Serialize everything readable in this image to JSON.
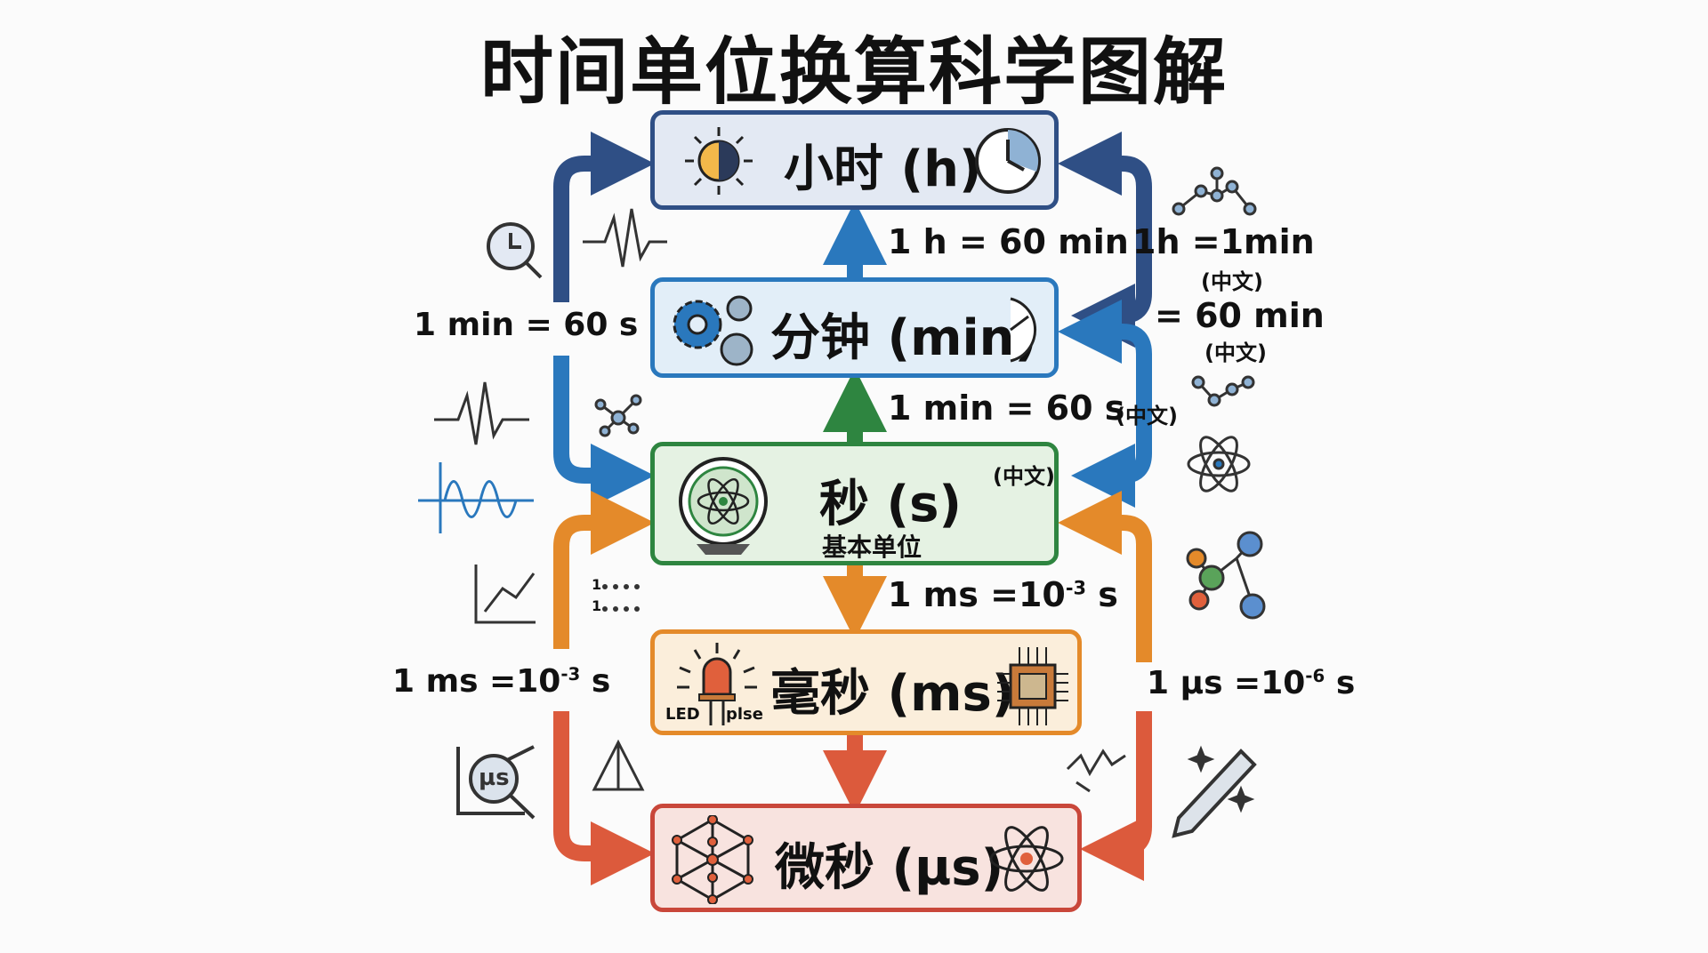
{
  "title": "时间单位换算科学图解",
  "units": {
    "hour": {
      "label": "小时 (h)",
      "color": "#2f4f85",
      "fill": "#e3e9f3"
    },
    "minute": {
      "label": "分钟 (min)",
      "color": "#2a78bd",
      "fill": "#e2eef8"
    },
    "second": {
      "label": "秒 (s)",
      "sub": "基本单位",
      "note": "(中文)",
      "color": "#2e8540",
      "fill": "#e5f2e3"
    },
    "millisecond": {
      "label": "毫秒 (ms)",
      "led": "LED",
      "pulse": "plse",
      "color": "#e48a2a",
      "fill": "#fbeedb"
    },
    "microsecond": {
      "label": "微秒 (µs)",
      "color": "#c9473a",
      "fill": "#f8e3df"
    }
  },
  "conversions": {
    "h_min_center": "1 h = 60 min",
    "h_min_right_a": "1h =1min",
    "note_a": "(中文)",
    "h_min_right_b": "= 60 min",
    "note_b": "(中文)",
    "min_s_left": "1 min = 60 s",
    "min_s_center": "1 min = 60 s",
    "note_c": "(中文)",
    "ms_center_base": "1 ms =10",
    "ms_center_exp": "-3",
    "ms_center_unit": " s",
    "ms_left_base": "1 ms =10",
    "ms_left_exp": "-3",
    "ms_left_unit": " s",
    "us_right_base": "1 µs =10",
    "us_right_exp": "-6",
    "us_right_unit": " s"
  },
  "decor": {
    "magnifier_label": "µs",
    "binary_label": "1\n1"
  }
}
